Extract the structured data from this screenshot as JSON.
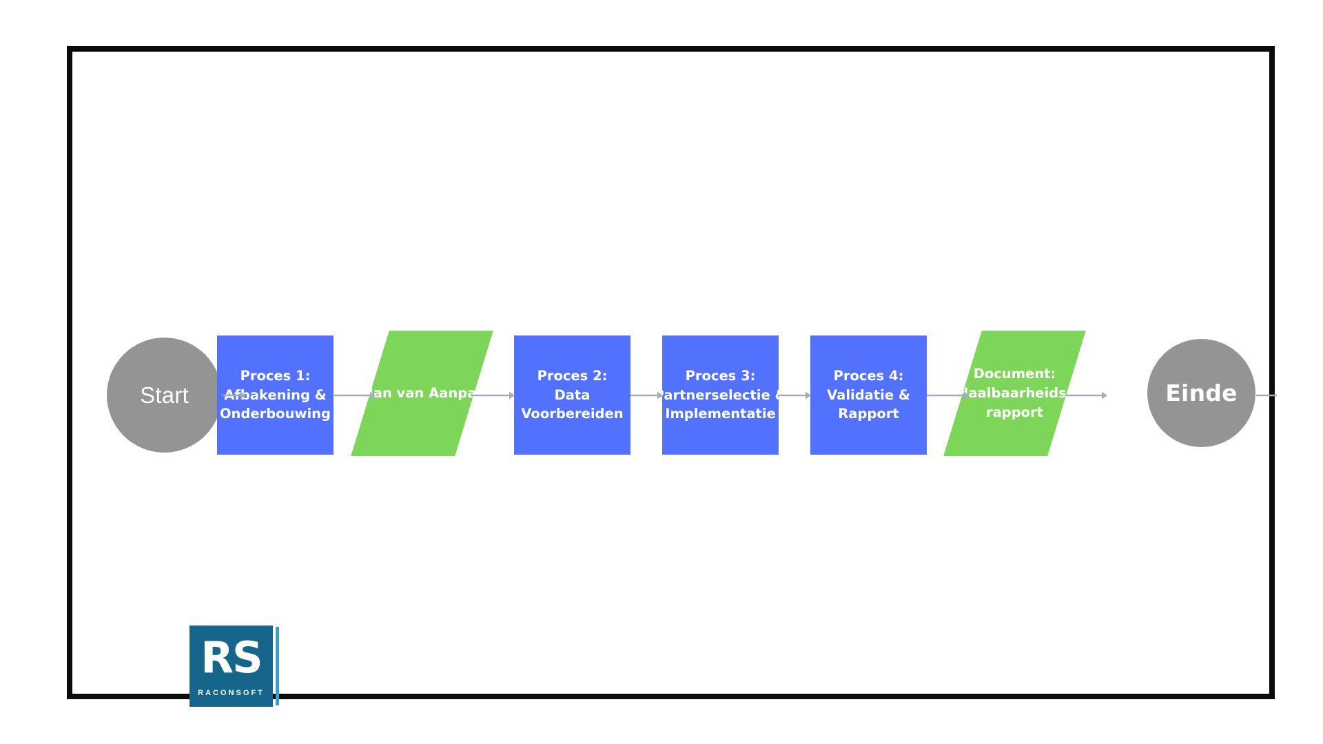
{
  "slide": {
    "background_color": "#ffffff",
    "frame_color": "#0b0b0b"
  },
  "palette": {
    "process_blue": "#5271ff",
    "document_green": "#7dd65a",
    "terminator_gray": "#949494",
    "arrow_gray": "#a6adb8",
    "logo_teal": "#16658a",
    "logo_accent": "#3f9ec4",
    "node_text": "#ffffff"
  },
  "diagram": {
    "type": "flowchart",
    "orientation": "left-to-right",
    "nodes": [
      {
        "id": "start",
        "shape": "terminator",
        "label": "Start"
      },
      {
        "id": "proces1",
        "shape": "process",
        "label_lines": [
          "Proces 1:",
          "Afbakening &",
          "Onderbouwing"
        ]
      },
      {
        "id": "doc1",
        "shape": "document",
        "label_lines": [
          "Plan van Aanpak"
        ]
      },
      {
        "id": "proces2",
        "shape": "process",
        "label_lines": [
          "Proces 2:",
          "Data",
          "Voorbereiden"
        ]
      },
      {
        "id": "proces3",
        "shape": "process",
        "label_lines": [
          "Proces 3:",
          "Partnerselectie &",
          "Implementatie"
        ]
      },
      {
        "id": "proces4",
        "shape": "process",
        "label_lines": [
          "Proces 4:",
          "Validatie &",
          "Rapport"
        ]
      },
      {
        "id": "doc2",
        "shape": "document",
        "label_lines": [
          "Document:",
          "Haalbaarheids-",
          "rapport"
        ]
      },
      {
        "id": "end",
        "shape": "terminator",
        "label": "Einde"
      }
    ],
    "edges": [
      {
        "from": "start",
        "to": "proces1"
      },
      {
        "from": "proces1",
        "to": "doc1"
      },
      {
        "from": "doc1",
        "to": "proces2"
      },
      {
        "from": "proces2",
        "to": "proces3"
      },
      {
        "from": "proces3",
        "to": "proces4"
      },
      {
        "from": "proces4",
        "to": "doc2"
      },
      {
        "from": "doc2",
        "to": "end"
      }
    ]
  },
  "logo": {
    "monogram": "RS",
    "wordmark": "RACONSOFT"
  }
}
